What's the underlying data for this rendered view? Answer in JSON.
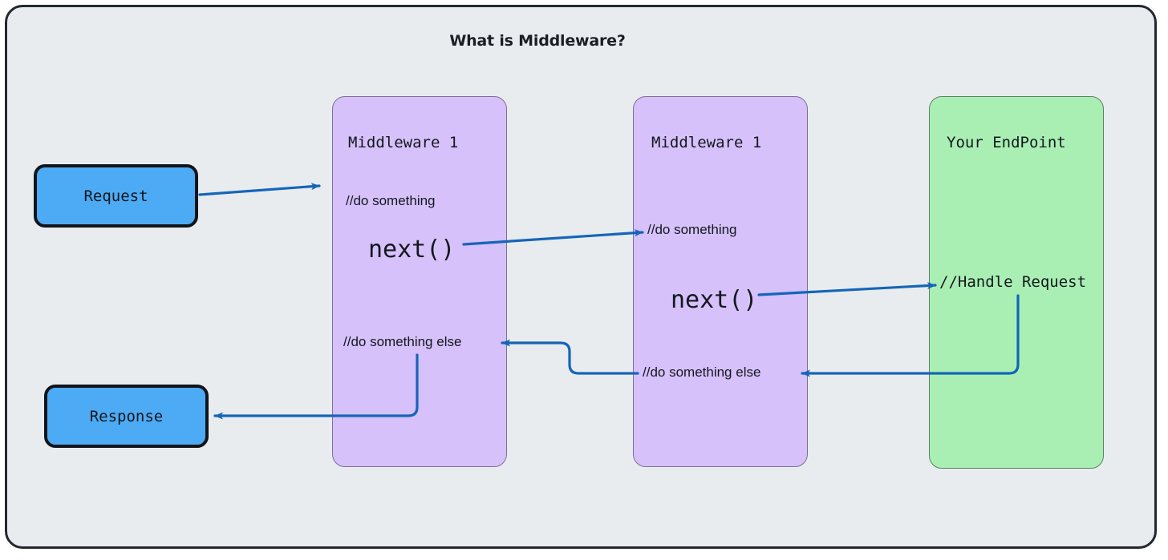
{
  "diagram": {
    "title": "What is Middleware?",
    "background_color": "#e8ecef",
    "frame_border_color": "#24282f",
    "arrow_color": "#1565b8",
    "nodes": {
      "request": {
        "label": "Request",
        "fill": "#4dabf5",
        "border": "#111418"
      },
      "response": {
        "label": "Response",
        "fill": "#4dabf5",
        "border": "#111418"
      },
      "middleware_1": {
        "title": "Middleware 1",
        "fill": "#d6c1fb",
        "steps": {
          "do_something": "//do something",
          "next_call": "next()",
          "do_something_else": "//do something else"
        }
      },
      "middleware_2": {
        "title": "Middleware 1",
        "fill": "#d6c1fb",
        "steps": {
          "do_something": "//do something",
          "next_call": "next()",
          "do_something_else": "//do something else"
        }
      },
      "endpoint": {
        "title": "Your EndPoint",
        "fill": "#a9efb4",
        "steps": {
          "handle_request": "//Handle Request"
        }
      }
    }
  }
}
